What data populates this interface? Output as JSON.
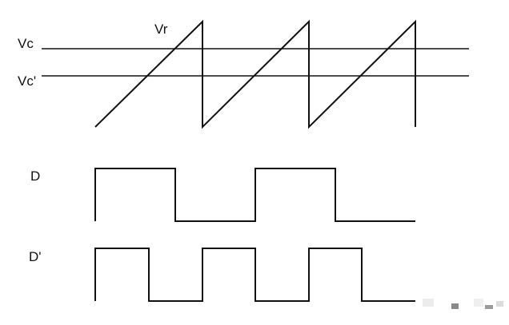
{
  "labels": {
    "vc": "Vc",
    "vc_prime": "Vc'",
    "vr": "Vr",
    "d": "D",
    "d_prime": "D'"
  },
  "colors": {
    "line": "#111111",
    "background": "#ffffff"
  }
}
